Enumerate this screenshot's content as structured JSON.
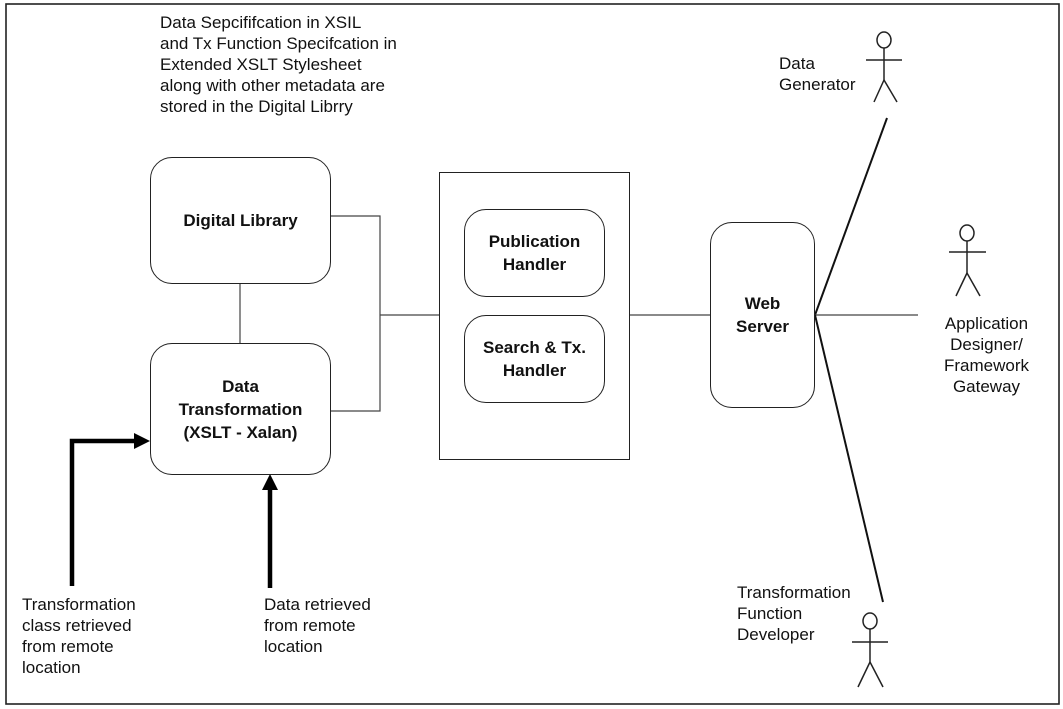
{
  "notes": {
    "library_storage": "Data Sepcififcation in XSIL\nand Tx Function Specifcation in\nExtended XSLT Stylesheet\nalong with other metadata are\nstored in the Digital Librry",
    "transformation_class": "Transformation\nclass retrieved\nfrom remote\nlocation",
    "data_retrieved": "Data retrieved\nfrom remote\nlocation"
  },
  "components": {
    "digital_library": "Digital Library",
    "data_transformation": "Data\nTransformation\n(XSLT - Xalan)",
    "publication_handler": "Publication\nHandler",
    "search_handler": "Search & Tx.\nHandler",
    "web_server": "Web\nServer"
  },
  "actors": {
    "data_generator": "Data\nGenerator",
    "application_designer": "Application\nDesigner/\nFramework\nGateway",
    "transformation_developer": "Transformation\nFunction\nDeveloper"
  }
}
